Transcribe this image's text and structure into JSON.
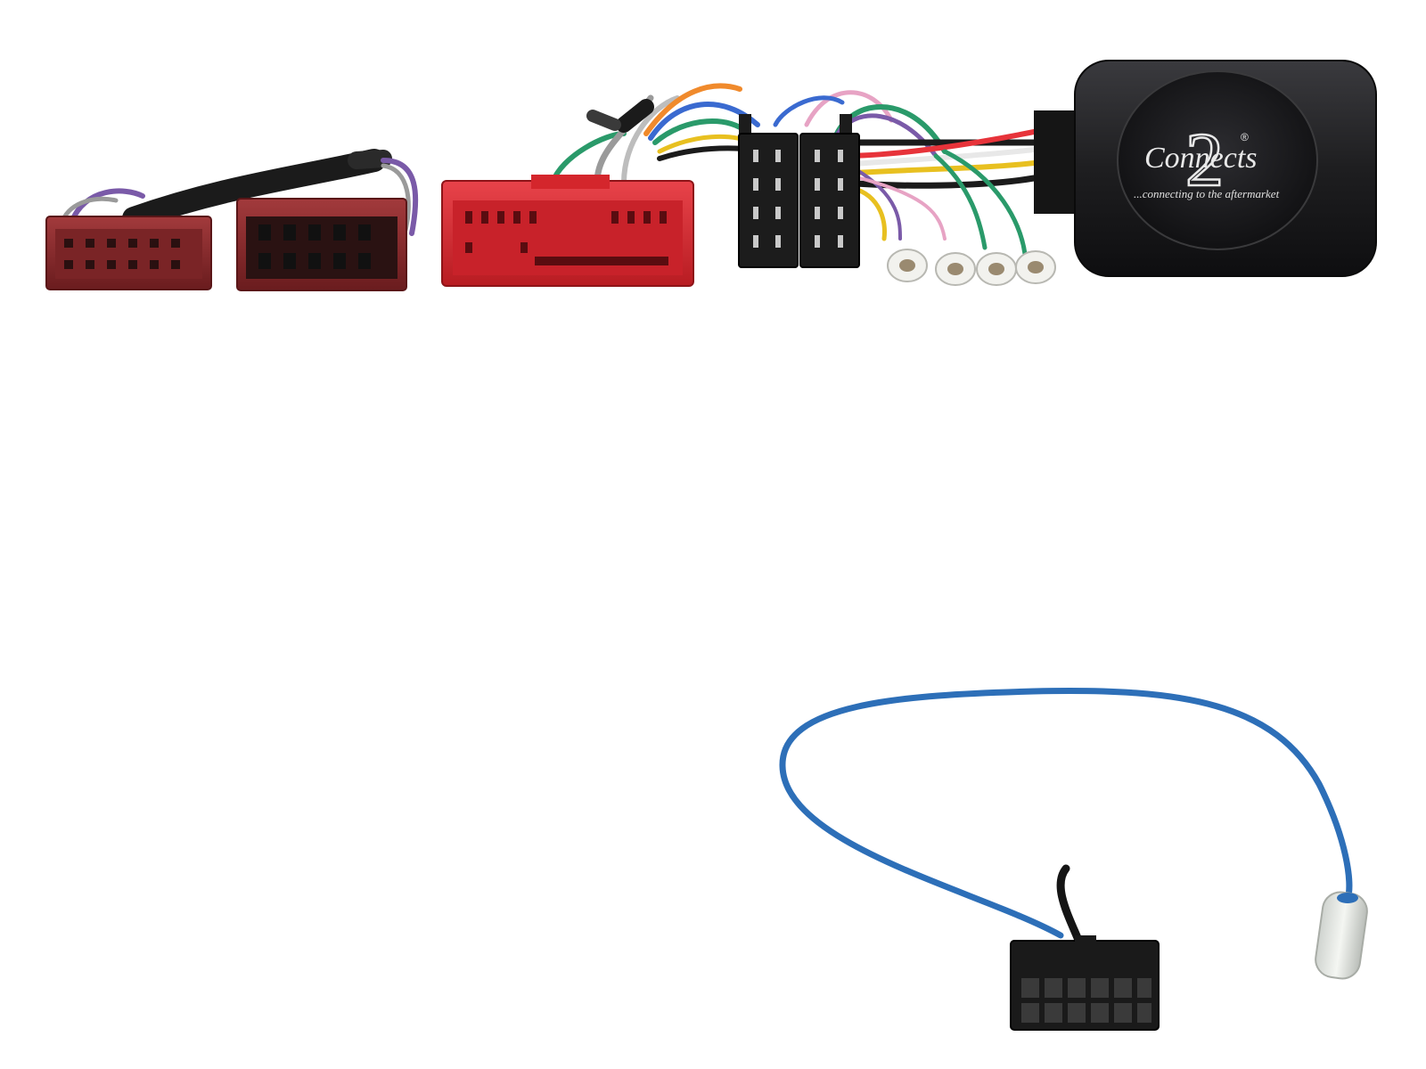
{
  "product": {
    "brand_logo_text": "Connects",
    "brand_logo_numeral": "2",
    "registered_mark": "®",
    "tagline": "...connecting to the aftermarket"
  },
  "colors": {
    "background": "#ffffff",
    "connector_maroon": "#8a2a2c",
    "connector_red": "#d4262c",
    "iso_black": "#1c1c1c",
    "module_body": "#1e1e20",
    "blue_lead": "#2d6fb8",
    "wire_purple": "#7a5aa8",
    "wire_green": "#2a9a6a",
    "wire_pink": "#e7a3c4",
    "wire_orange": "#f08a2c",
    "wire_yellow": "#e8c020",
    "wire_white": "#e8e8e8",
    "wire_grey": "#9a9a9a"
  },
  "icons": {
    "module": "steering-interface-module-icon",
    "connector_maroon_small": "iso-connector-icon",
    "connector_red_large": "vehicle-harness-connector-icon",
    "iso_pair": "iso-block-icon",
    "spade_terminals": "spade-terminal-icon",
    "patch_lead_plug": "molex-plug-icon",
    "patch_lead_jack": "jack-plug-icon"
  }
}
